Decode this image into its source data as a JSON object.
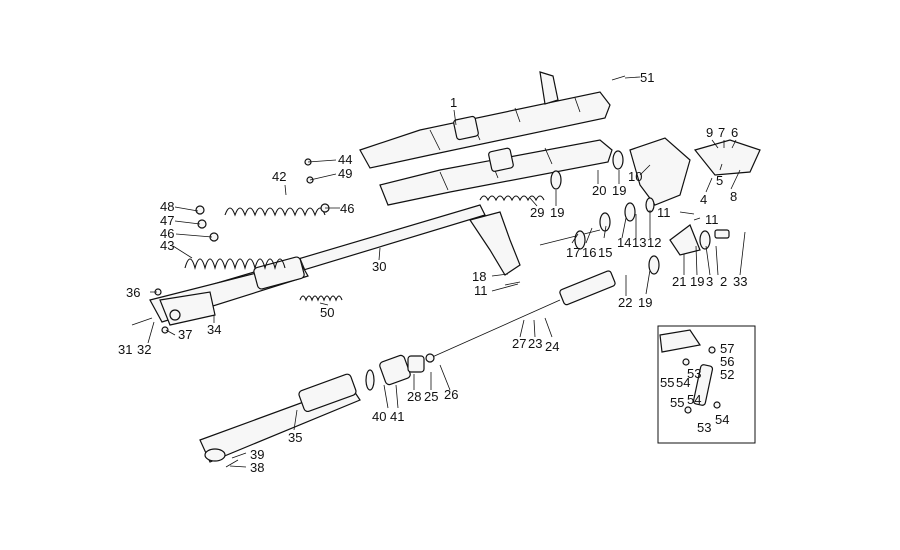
{
  "diagram": {
    "labels": [
      {
        "id": "l1",
        "text": "1"
      },
      {
        "id": "l51",
        "text": "51"
      },
      {
        "id": "l44",
        "text": "44"
      },
      {
        "id": "l49",
        "text": "49"
      },
      {
        "id": "l42",
        "text": "42"
      },
      {
        "id": "l46a",
        "text": "46"
      },
      {
        "id": "l48",
        "text": "48"
      },
      {
        "id": "l47",
        "text": "47"
      },
      {
        "id": "l46b",
        "text": "46"
      },
      {
        "id": "l43",
        "text": "43"
      },
      {
        "id": "l36",
        "text": "36"
      },
      {
        "id": "l31",
        "text": "31"
      },
      {
        "id": "l32",
        "text": "32"
      },
      {
        "id": "l37",
        "text": "37"
      },
      {
        "id": "l34",
        "text": "34"
      },
      {
        "id": "l50",
        "text": "50"
      },
      {
        "id": "l30",
        "text": "30"
      },
      {
        "id": "l29",
        "text": "29"
      },
      {
        "id": "l19a",
        "text": "19"
      },
      {
        "id": "l20",
        "text": "20"
      },
      {
        "id": "l19b",
        "text": "19"
      },
      {
        "id": "l10",
        "text": "10"
      },
      {
        "id": "l9",
        "text": "9"
      },
      {
        "id": "l7",
        "text": "7"
      },
      {
        "id": "l6",
        "text": "6"
      },
      {
        "id": "l5",
        "text": "5"
      },
      {
        "id": "l8",
        "text": "8"
      },
      {
        "id": "l4",
        "text": "4"
      },
      {
        "id": "l11a",
        "text": "11"
      },
      {
        "id": "l11b",
        "text": "11"
      },
      {
        "id": "l17",
        "text": "17"
      },
      {
        "id": "l16",
        "text": "16"
      },
      {
        "id": "l15",
        "text": "15"
      },
      {
        "id": "l14",
        "text": "14"
      },
      {
        "id": "l13",
        "text": "13"
      },
      {
        "id": "l12",
        "text": "12"
      },
      {
        "id": "l18",
        "text": "18"
      },
      {
        "id": "l11c",
        "text": "11"
      },
      {
        "id": "l21",
        "text": "21"
      },
      {
        "id": "l19c",
        "text": "19"
      },
      {
        "id": "l3",
        "text": "3"
      },
      {
        "id": "l2",
        "text": "2"
      },
      {
        "id": "l33",
        "text": "33"
      },
      {
        "id": "l22",
        "text": "22"
      },
      {
        "id": "l19d",
        "text": "19"
      },
      {
        "id": "l27",
        "text": "27"
      },
      {
        "id": "l23",
        "text": "23"
      },
      {
        "id": "l24",
        "text": "24"
      },
      {
        "id": "l28",
        "text": "28"
      },
      {
        "id": "l25",
        "text": "25"
      },
      {
        "id": "l26",
        "text": "26"
      },
      {
        "id": "l40",
        "text": "40"
      },
      {
        "id": "l41",
        "text": "41"
      },
      {
        "id": "l35",
        "text": "35"
      },
      {
        "id": "l39",
        "text": "39"
      },
      {
        "id": "l38",
        "text": "38"
      },
      {
        "id": "l57",
        "text": "57"
      },
      {
        "id": "l56",
        "text": "56"
      },
      {
        "id": "l52",
        "text": "52"
      },
      {
        "id": "l53a",
        "text": "53"
      },
      {
        "id": "l55a",
        "text": "55"
      },
      {
        "id": "l54a",
        "text": "54"
      },
      {
        "id": "l55b",
        "text": "55"
      },
      {
        "id": "l54b",
        "text": "54"
      },
      {
        "id": "l53b",
        "text": "53"
      },
      {
        "id": "l54c",
        "text": "54"
      }
    ]
  }
}
